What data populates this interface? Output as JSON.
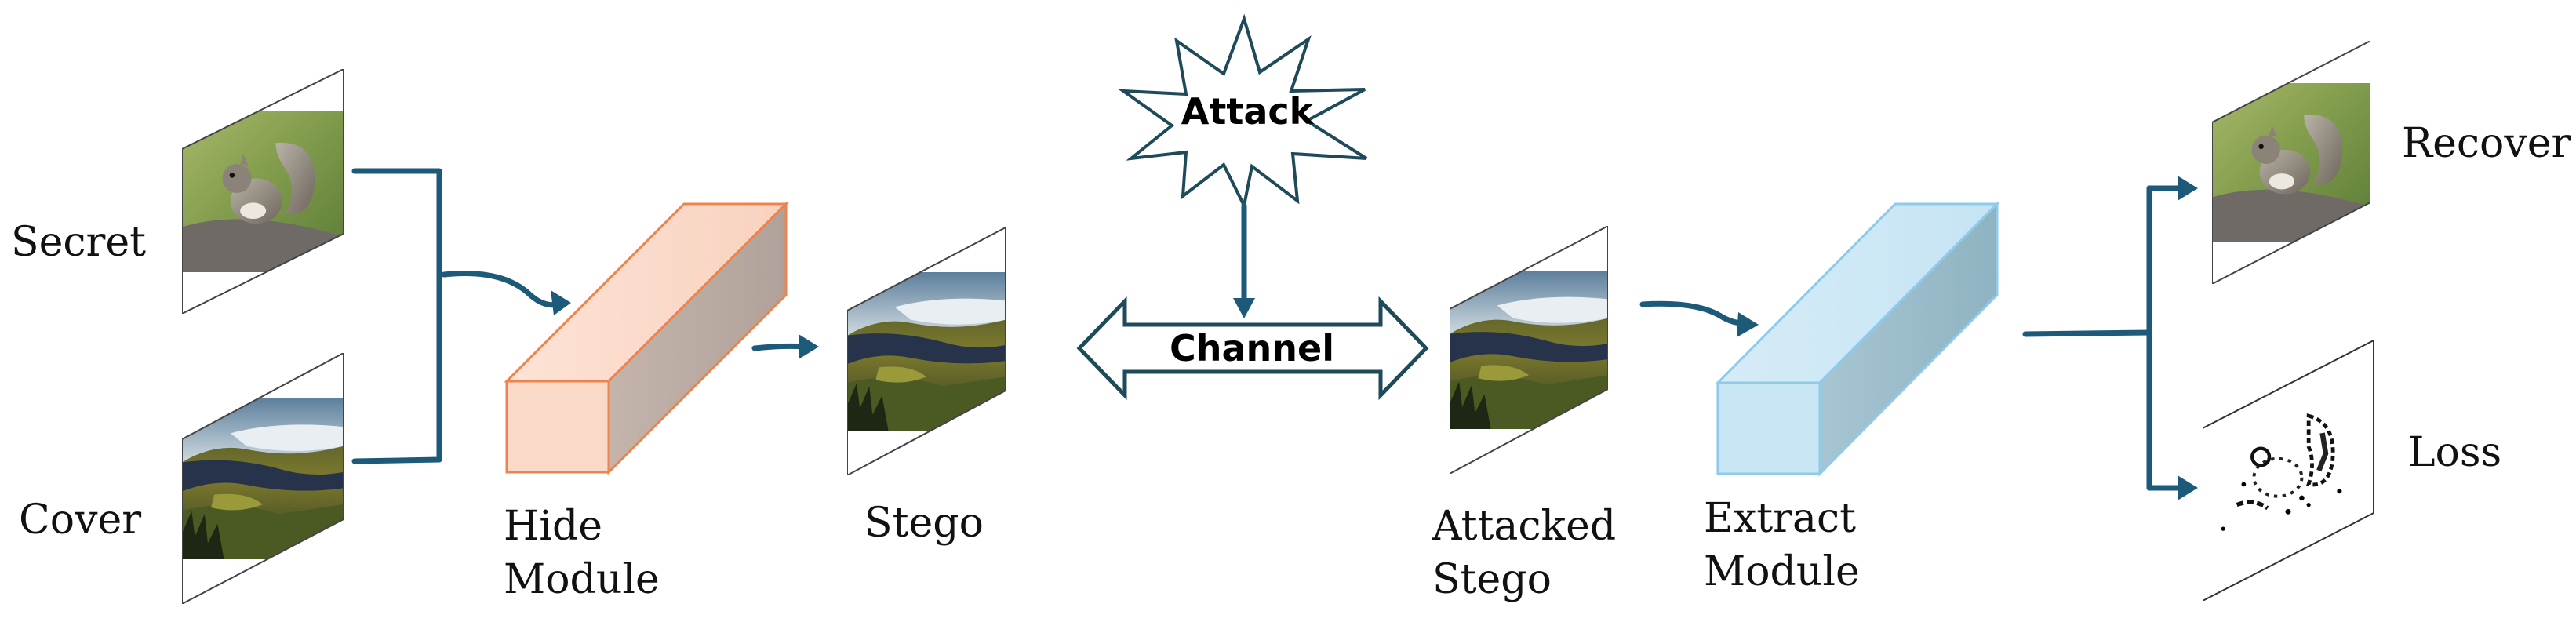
{
  "labels": {
    "secret": "Secret",
    "cover": "Cover",
    "hide_module": [
      "Hide",
      "Module"
    ],
    "stego": "Stego",
    "attack": "Attack",
    "channel": "Channel",
    "attacked_stego": [
      "Attacked",
      "Stego"
    ],
    "extract_module": [
      "Extract",
      "Module"
    ],
    "recover": "Recover",
    "loss": "Loss"
  },
  "colors": {
    "arrow": "#1d5a7a",
    "hide_module": "#f08a5a",
    "extract_module": "#8ecbe8",
    "outline": "#1e4a5a"
  },
  "images": {
    "secret": "squirrel-photo",
    "cover": "landscape-photo",
    "stego": "landscape-photo",
    "attacked_stego": "landscape-photo",
    "recover": "squirrel-photo",
    "loss": "residual-map"
  }
}
